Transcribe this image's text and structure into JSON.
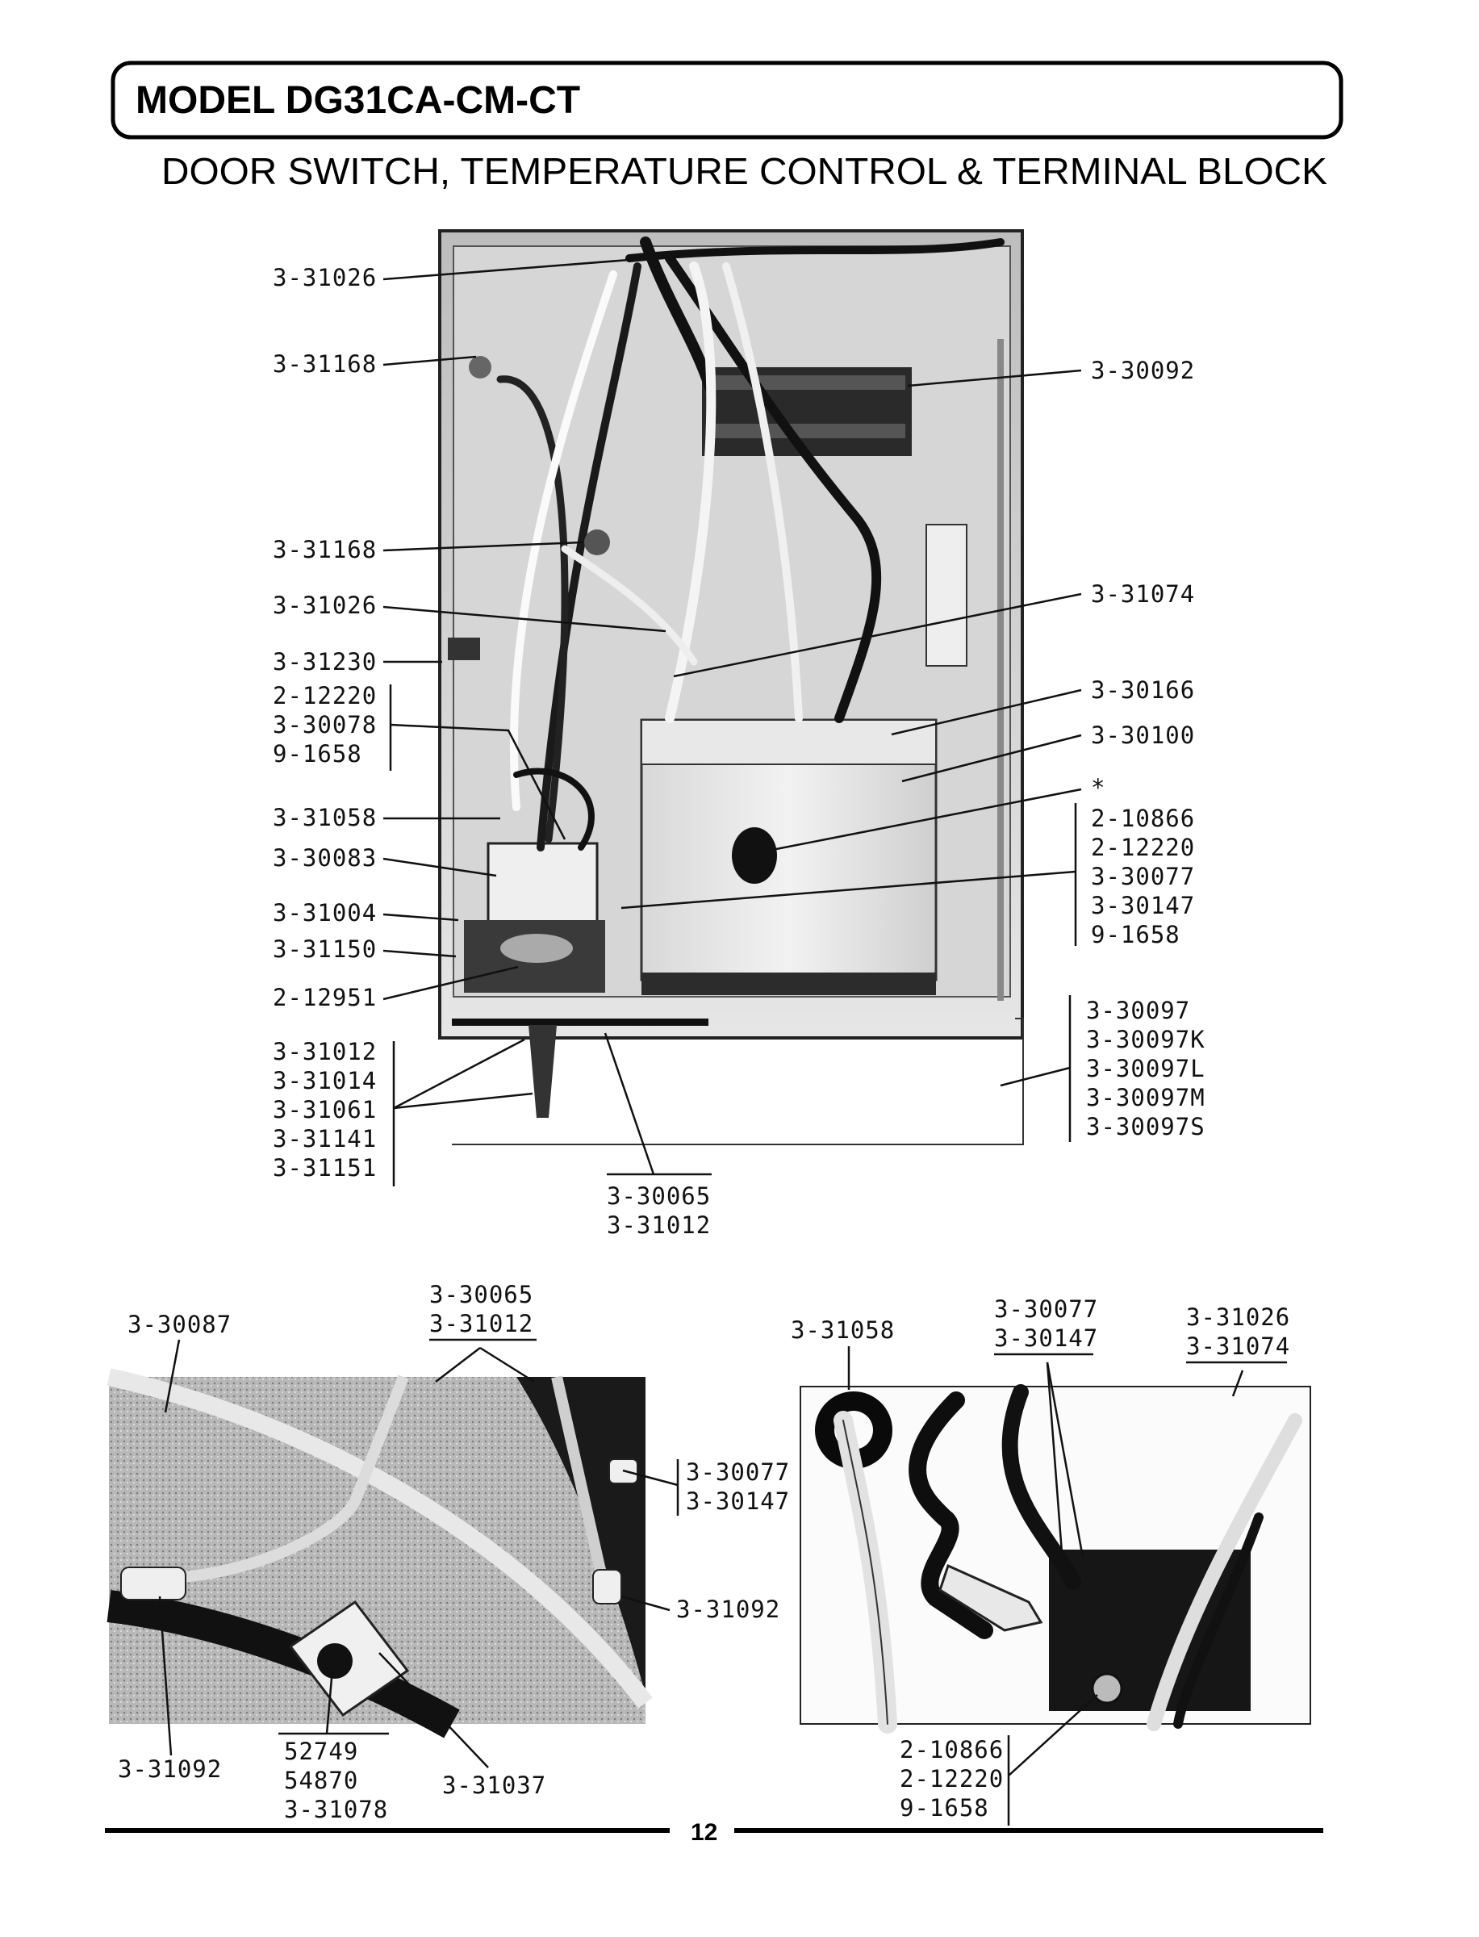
{
  "header": {
    "model": "MODEL DG31CA-CM-CT",
    "subtitle": "DOOR SWITCH, TEMPERATURE CONTROL & TERMINAL BLOCK"
  },
  "main_figure": {
    "left_labels": [
      "3-31026",
      "3-31168",
      "3-31168",
      "3-31026",
      "3-31230"
    ],
    "group_a": [
      "2-12220",
      "3-30078",
      "9-1658"
    ],
    "left_labels_2": [
      "3-31058",
      "3-30083",
      "3-31004",
      "3-31150",
      "2-12951"
    ],
    "group_b": [
      "3-31012",
      "3-31014",
      "3-31061",
      "3-31141",
      "3-31151"
    ],
    "bottom_group": [
      "3-30065",
      "3-31012"
    ],
    "right_labels": [
      "3-30092",
      "3-31074",
      "3-30166",
      "3-30100"
    ],
    "star": "*",
    "group_c": [
      "2-10866",
      "2-12220",
      "3-30077",
      "3-30147",
      "9-1658"
    ],
    "group_d": [
      "3-30097",
      "3-30097K",
      "3-30097L",
      "3-30097M",
      "3-30097S"
    ]
  },
  "bottom_left_figure": {
    "top_left": "3-30087",
    "top_group": [
      "3-30065",
      "3-31012"
    ],
    "right_group": [
      "3-30077",
      "3-30147"
    ],
    "right_single": "3-31092",
    "bottom_left": "3-31092",
    "bottom_group": [
      "52749",
      "54870",
      "3-31078"
    ],
    "bottom_right": "3-31037"
  },
  "bottom_right_figure": {
    "top_left": "3-31058",
    "top_mid": [
      "3-30077",
      "3-30147"
    ],
    "top_right": [
      "3-31026",
      "3-31074"
    ],
    "bottom_group": [
      "2-10866",
      "2-12220",
      "9-1658"
    ]
  },
  "footer": {
    "page_number": "12"
  }
}
